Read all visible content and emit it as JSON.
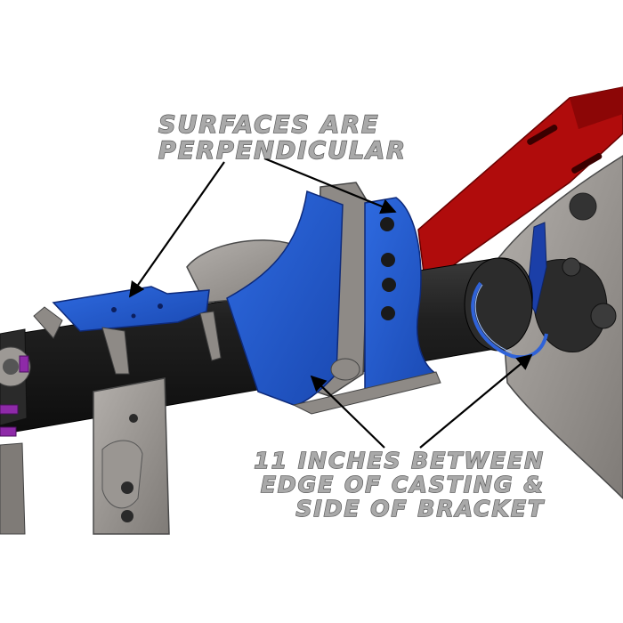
{
  "callouts": {
    "perpendicular": {
      "line1": "SURFACES ARE",
      "line2": "PERPENDICULAR"
    },
    "distance": {
      "line1": "11 INCHES BETWEEN",
      "line2": "EDGE OF CASTING &",
      "line3": "SIDE OF BRACKET"
    }
  },
  "colors": {
    "axle_tube": "#1e1e1e",
    "bracket_blue": "#1f57c8",
    "control_arm_red": "#b00c0c",
    "casting_gray": "#8e8a86",
    "fastener_purple": "#8e2aa8",
    "callout_text": "#a9a9a9"
  }
}
